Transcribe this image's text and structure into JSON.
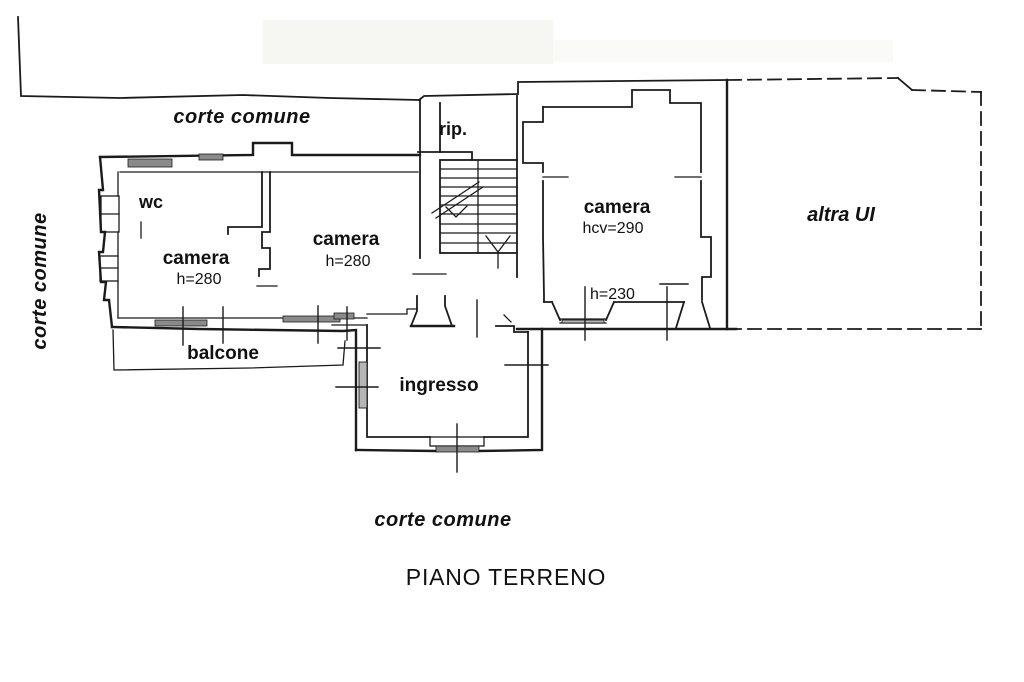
{
  "floor_plan": {
    "title": "PIANO TERRENO",
    "outdoor_labels": {
      "top": "corte comune",
      "left": "corte comune",
      "bottom": "corte comune"
    },
    "adjacent_unit_label": "altra UI",
    "rooms": {
      "wc": {
        "label": "wc"
      },
      "camera_left": {
        "label": "camera",
        "height": "h=280"
      },
      "camera_middle": {
        "label": "camera",
        "height": "h=280"
      },
      "camera_right": {
        "label": "camera",
        "height": "hcv=290"
      },
      "storage": {
        "label": "rip."
      },
      "entrance": {
        "label": "ingresso"
      },
      "balcony": {
        "label": "balcone"
      }
    },
    "annotations": {
      "door_height": "h=230"
    },
    "colors": {
      "ink": "#1b1b1b",
      "paper": "#ffffff",
      "sill_fill": "#8a8a8a",
      "scan_artifact": "#f6f6f2"
    }
  }
}
